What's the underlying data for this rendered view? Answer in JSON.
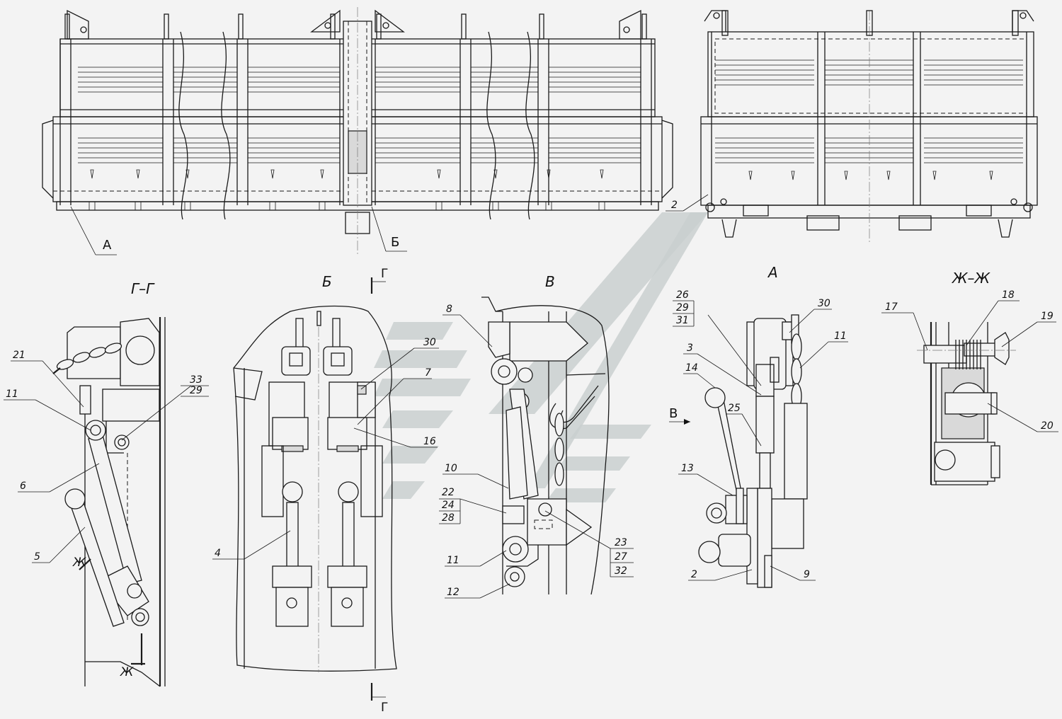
{
  "views": {
    "view_b_title": "Б",
    "view_v_title": "В",
    "view_a_title": "А",
    "view_zh_title": "Ж–Ж",
    "section_g_title": "Г–Г"
  },
  "markers": {
    "view_a": "А",
    "view_b": "Б",
    "view_v": "В",
    "section_g_top": "Г",
    "section_g_bottom": "Г",
    "section_zh_top": "Ж",
    "section_zh_bottom": "Ж"
  },
  "callouts": {
    "top_right_2": "2",
    "gg_21": "21",
    "gg_11": "11",
    "gg_33": "33",
    "gg_29": "29",
    "gg_6": "6",
    "gg_5": "5",
    "b_30": "30",
    "b_7": "7",
    "b_16": "16",
    "b_4": "4",
    "v_8": "8",
    "v_10": "10",
    "v_22": "22",
    "v_24": "24",
    "v_28": "28",
    "v_11": "11",
    "v_12": "12",
    "v_23": "23",
    "v_27": "27",
    "v_32": "32",
    "a_26": "26",
    "a_29": "29",
    "a_31": "31",
    "a_30": "30",
    "a_11": "11",
    "a_3": "3",
    "a_14": "14",
    "a_25": "25",
    "a_13": "13",
    "a_2": "2",
    "a_9": "9",
    "zh_17": "17",
    "zh_18": "18",
    "zh_19": "19",
    "zh_20": "20"
  },
  "colors": {
    "line": "#1a1a1a",
    "background": "#f3f3f3",
    "watermark": "#c9cfcf"
  }
}
